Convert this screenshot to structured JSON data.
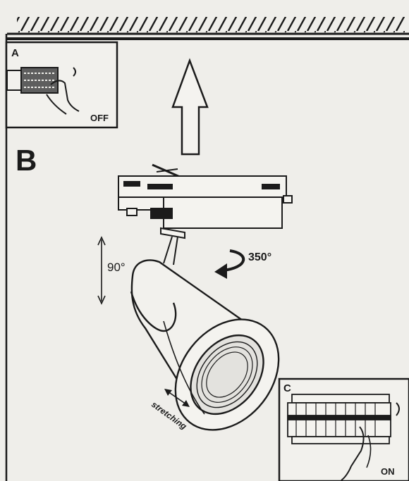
{
  "panels": {
    "a": {
      "letter": "A",
      "state": "OFF"
    },
    "b": {
      "letter": "B"
    },
    "c": {
      "letter": "C",
      "state": "ON"
    }
  },
  "annotations": {
    "tilt_angle": "90°",
    "rotation_angle": "350°",
    "stretch_label": "stretching"
  },
  "colors": {
    "ink": "#1b1b1b",
    "paper": "#efeeea",
    "shade": "#6a6a6a"
  }
}
